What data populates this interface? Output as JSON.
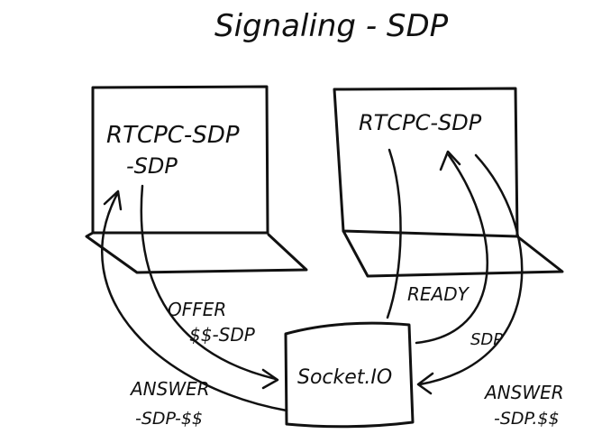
{
  "title": "Signaling - SDP",
  "left_laptop": {
    "line1": "RTCPC-SDP",
    "line2": "-SDP"
  },
  "right_laptop": {
    "line1": "RTCPC-SDP"
  },
  "server": {
    "label": "Socket.IO"
  },
  "arrows": {
    "offer_line1": "OFFER",
    "offer_line2": "$$-SDP",
    "answer_left_line1": "ANSWER",
    "answer_left_line2": "-SDP-$$",
    "ready": "READY",
    "sdp": "SDP",
    "answer_right_line1": "ANSWER",
    "answer_right_line2": "-SDP.$$"
  },
  "colors": {
    "ink": "#111111",
    "paper": "#ffffff"
  }
}
